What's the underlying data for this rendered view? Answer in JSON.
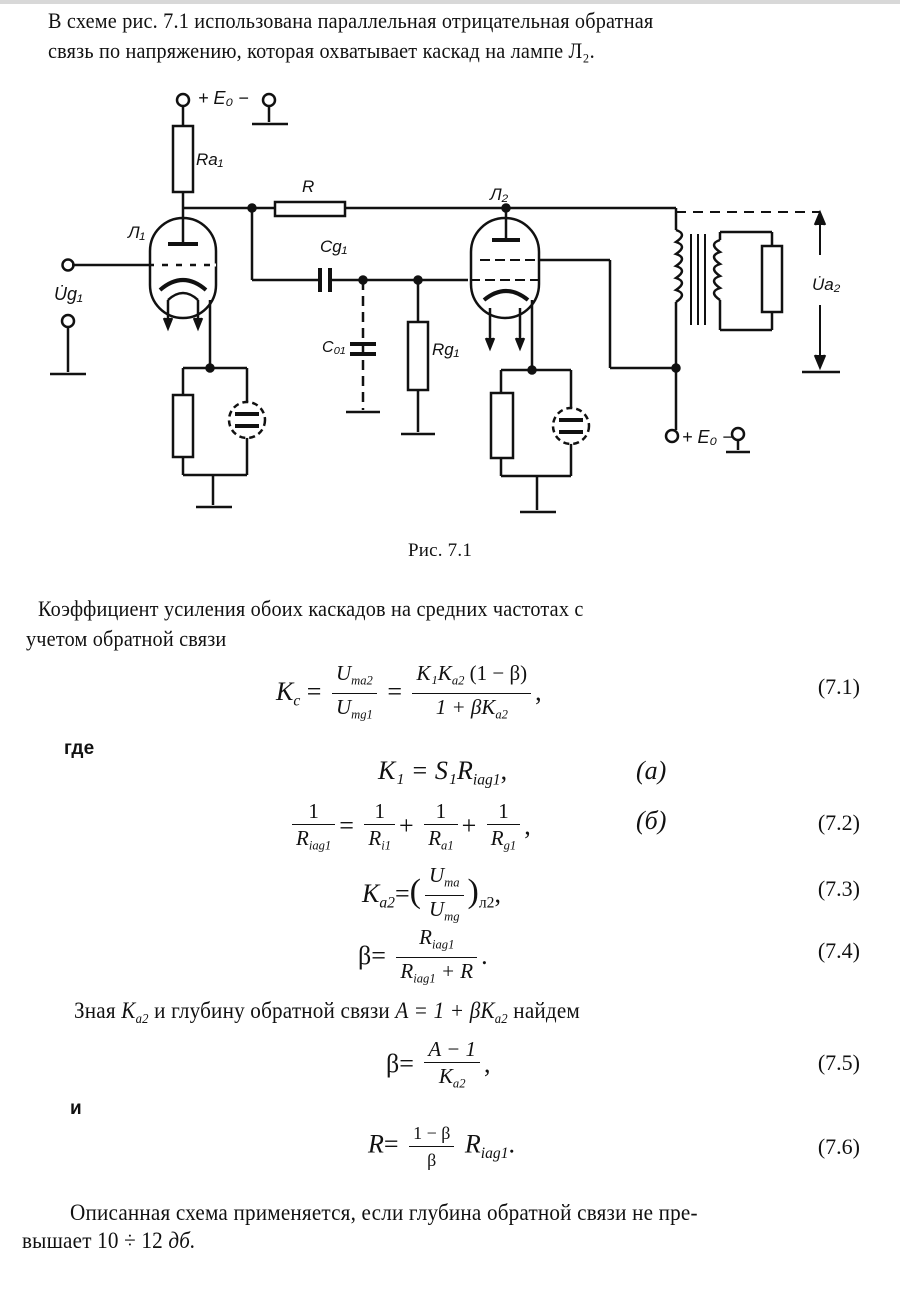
{
  "intro": {
    "line1": "В схеме рис. 7.1 использована параллельная отрицательная обратная",
    "line2": "связь по напряжению, которая охватывает каскад на лампе Л₂."
  },
  "figure": {
    "caption": "Рис. 7.1",
    "labels": {
      "supply_top": "+ E₀ −",
      "Ra1": "Ra₁",
      "R": "R",
      "L1": "Л₁",
      "L2": "Л₂",
      "Cg1": "Cg₁",
      "C01": "C₀₁",
      "Rg1": "Rg₁",
      "Ug1": "U̇g₁",
      "Ua2": "U̇a₂",
      "supply_bottom": "+ E₀ −"
    }
  },
  "para2": {
    "line1": "Коэффициент усиления обоих каскадов на средних частотах с",
    "line2": "учетом обратной связи"
  },
  "where": "где",
  "and": "и",
  "equations": {
    "e71": {
      "lhs": "K",
      "lhs_sub": "c",
      "f1_num": "U",
      "f1_num_sub": "ma2",
      "f1_den": "U",
      "f1_den_sub": "mg1",
      "f2_num": "K₁K",
      "f2_num_sub": "a2",
      "f2_num_tail": " (1 − β)",
      "f2_den": "1 + βK",
      "f2_den_sub": "a2",
      "tail": ",",
      "number": "(7.1)"
    },
    "e72a": {
      "text": "K₁ = S₁R",
      "sub": "iag1",
      "tail": ",",
      "tag": "(a)"
    },
    "e72b": {
      "lhs_num": "1",
      "lhs_den": "R",
      "lhs_den_sub": "iag1",
      "t1_den": "R",
      "t1_sub": "i1",
      "t2_den": "R",
      "t2_sub": "a1",
      "t3_den": "R",
      "t3_sub": "g1",
      "one": "1",
      "tail": ",",
      "tag": "(б)",
      "number": "(7.2)"
    },
    "e73": {
      "lhs": "K",
      "lhs_sub": "a2",
      "num": "U",
      "num_sub": "ma",
      "den": "U",
      "den_sub": "mg",
      "outer_sub": "л2",
      "tail": ",",
      "number": "(7.3)"
    },
    "e74": {
      "lhs": "β",
      "num": "R",
      "num_sub": "iag1",
      "den": "R",
      "den_sub": "iag1",
      "den_tail": " + R",
      "tail": ".",
      "number": "(7.4)"
    },
    "e75": {
      "lhs": "β",
      "num": "A − 1",
      "den": "K",
      "den_sub": "a2",
      "tail": ",",
      "number": "(7.5)"
    },
    "e76": {
      "lhs": "R",
      "num": "1 − β",
      "den": "β",
      "tail_main": "R",
      "tail_sub": "iag1",
      "tail": ".",
      "number": "(7.6)"
    }
  },
  "knowing": {
    "pre": "Зная ",
    "K": "K",
    "K_sub": "a2",
    "mid": " и глубину обратной связи ",
    "A": "A = 1 + βK",
    "A_sub": "a2",
    "post": " найдем"
  },
  "closing": {
    "line1": "Описанная схема применяется, если глубина обратной связи не пре-",
    "line2_pre": "вышает 10 ÷ 12 ",
    "line2_unit": "дб."
  }
}
